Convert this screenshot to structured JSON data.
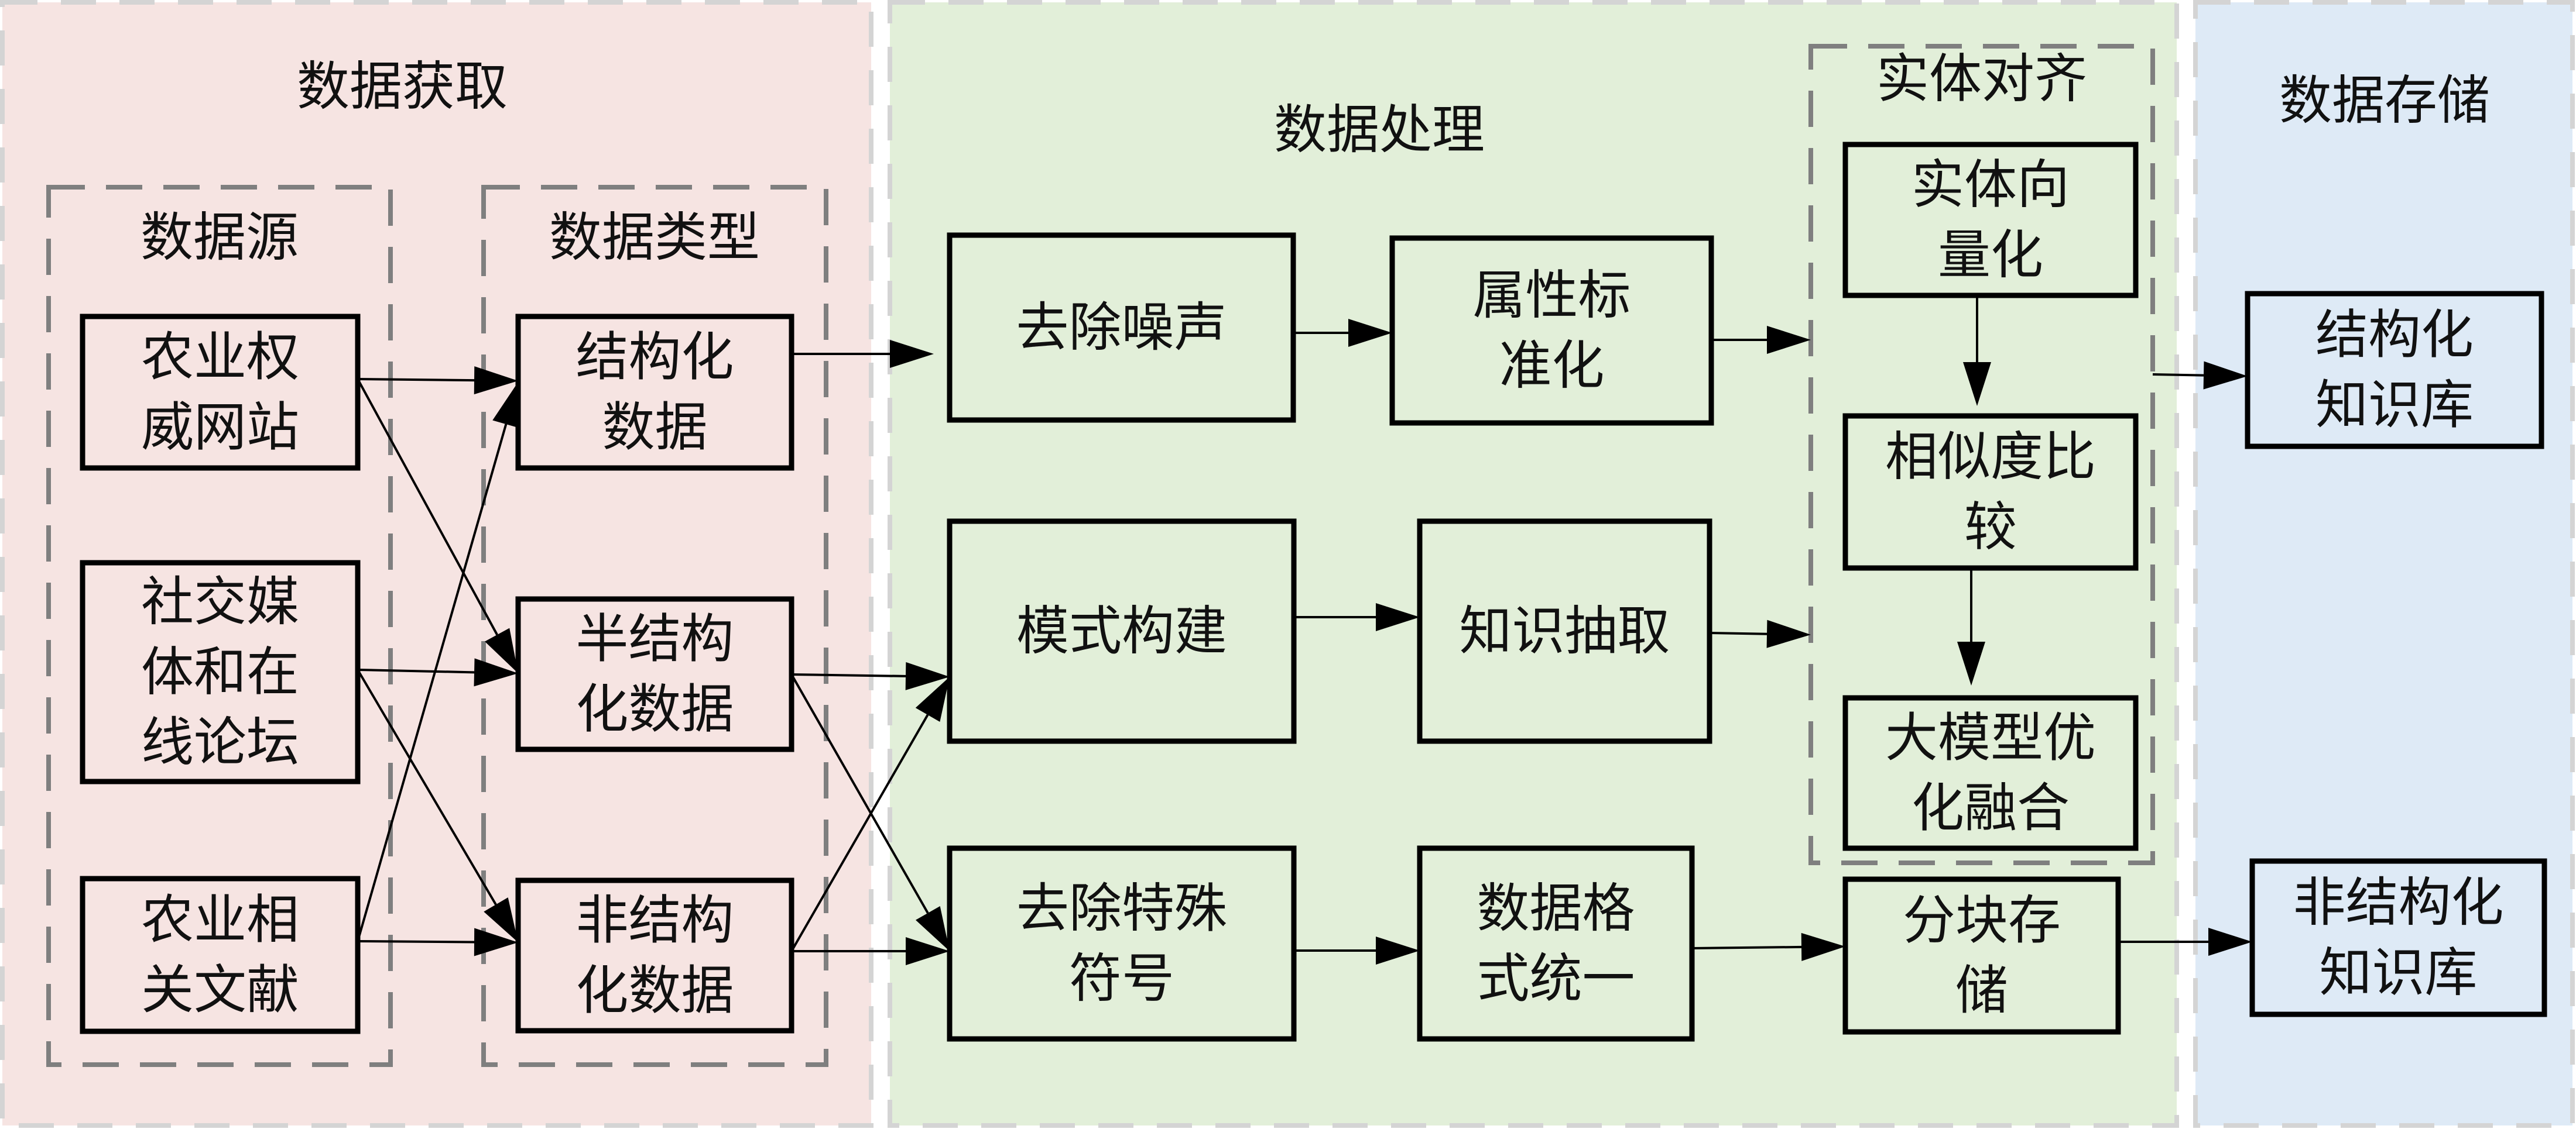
{
  "colors": {
    "acquisition_bg": "#f6e4e2",
    "processing_bg": "#e2efd9",
    "storage_bg": "#deeaf6",
    "panel_border": "#d4d4d4",
    "group_border": "#7f7f7f",
    "node_border": "#000000",
    "edge": "#000000"
  },
  "panels": [
    {
      "id": "acquisition",
      "title": "数据获取"
    },
    {
      "id": "processing",
      "title": "数据处理"
    },
    {
      "id": "storage",
      "title": "数据存储"
    }
  ],
  "groups": [
    {
      "id": "sources",
      "title": "数据源"
    },
    {
      "id": "types",
      "title": "数据类型"
    },
    {
      "id": "alignment",
      "title": "实体对齐"
    }
  ],
  "nodes": [
    {
      "id": "src_web",
      "group": "sources",
      "lines": [
        "农业权",
        "威网站"
      ]
    },
    {
      "id": "src_social",
      "group": "sources",
      "lines": [
        "社交媒",
        "体和在",
        "线论坛"
      ]
    },
    {
      "id": "src_lit",
      "group": "sources",
      "lines": [
        "农业相",
        "关文献"
      ]
    },
    {
      "id": "type_struct",
      "group": "types",
      "lines": [
        "结构化",
        "数据"
      ]
    },
    {
      "id": "type_semi",
      "group": "types",
      "lines": [
        "半结构",
        "化数据"
      ]
    },
    {
      "id": "type_unstruct",
      "group": "types",
      "lines": [
        "非结构",
        "化数据"
      ]
    },
    {
      "id": "denoise",
      "group": "processing",
      "lines": [
        "去除噪声"
      ]
    },
    {
      "id": "attr_norm",
      "group": "processing",
      "lines": [
        "属性标",
        "准化"
      ]
    },
    {
      "id": "schema",
      "group": "processing",
      "lines": [
        "模式构建"
      ]
    },
    {
      "id": "extract",
      "group": "processing",
      "lines": [
        "知识抽取"
      ]
    },
    {
      "id": "strip_symbols",
      "group": "processing",
      "lines": [
        "去除特殊",
        "符号"
      ]
    },
    {
      "id": "format_unify",
      "group": "processing",
      "lines": [
        "数据格",
        "式统一"
      ]
    },
    {
      "id": "vectorize",
      "group": "alignment",
      "lines": [
        "实体向",
        "量化"
      ]
    },
    {
      "id": "similarity",
      "group": "alignment",
      "lines": [
        "相似度比",
        "较"
      ]
    },
    {
      "id": "llm_fusion",
      "group": "alignment",
      "lines": [
        "大模型优",
        "化融合"
      ]
    },
    {
      "id": "chunk_store",
      "group": "processing",
      "lines": [
        "分块存",
        "储"
      ]
    },
    {
      "id": "kb_struct",
      "group": "storage",
      "lines": [
        "结构化",
        "知识库"
      ]
    },
    {
      "id": "kb_unstruct",
      "group": "storage",
      "lines": [
        "非结构化",
        "知识库"
      ]
    }
  ],
  "edges": [
    {
      "from": "src_web",
      "to": "type_struct"
    },
    {
      "from": "src_web",
      "to": "type_semi"
    },
    {
      "from": "src_social",
      "to": "type_semi"
    },
    {
      "from": "src_social",
      "to": "type_unstruct"
    },
    {
      "from": "src_lit",
      "to": "type_struct"
    },
    {
      "from": "src_lit",
      "to": "type_unstruct"
    },
    {
      "from": "type_struct",
      "to": "denoise"
    },
    {
      "from": "type_semi",
      "to": "schema"
    },
    {
      "from": "type_semi",
      "to": "strip_symbols"
    },
    {
      "from": "type_unstruct",
      "to": "schema"
    },
    {
      "from": "type_unstruct",
      "to": "strip_symbols"
    },
    {
      "from": "denoise",
      "to": "attr_norm"
    },
    {
      "from": "attr_norm",
      "to": "alignment"
    },
    {
      "from": "schema",
      "to": "extract"
    },
    {
      "from": "extract",
      "to": "alignment"
    },
    {
      "from": "strip_symbols",
      "to": "format_unify"
    },
    {
      "from": "format_unify",
      "to": "chunk_store"
    },
    {
      "from": "vectorize",
      "to": "similarity"
    },
    {
      "from": "similarity",
      "to": "llm_fusion"
    },
    {
      "from": "alignment",
      "to": "kb_struct"
    },
    {
      "from": "chunk_store",
      "to": "kb_unstruct"
    }
  ]
}
